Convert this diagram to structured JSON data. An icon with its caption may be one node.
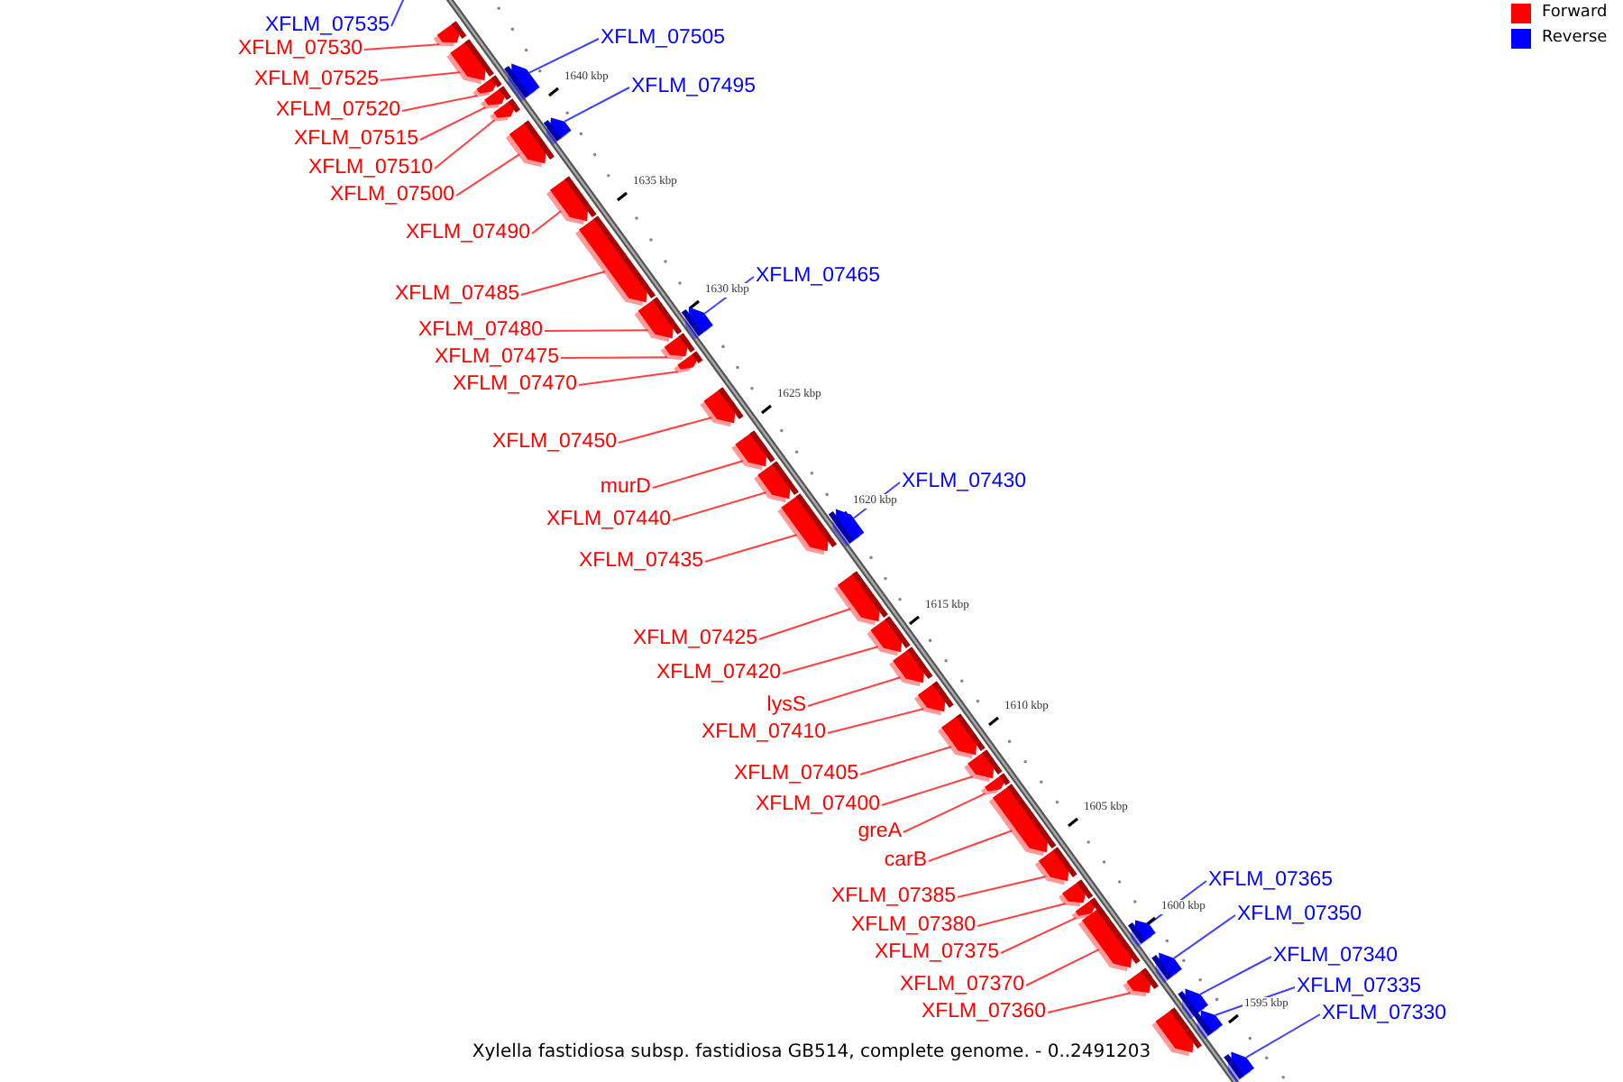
{
  "diagram": {
    "caption": "Xylella fastidiosa subsp. fastidiosa GB514, complete genome. - 0..2491203",
    "nodes": [
      {
        "text": [
          "XFLM_07535"
        ]
      },
      {
        "text": [
          "XFLM_07505"
        ]
      },
      {
        "text": [
          "XFLM_07530"
        ]
      },
      {
        "text": [
          "XFLM_07525"
        ]
      },
      {
        "text": [
          "XFLM_07495"
        ]
      },
      {
        "text": [
          "XFLM_07520"
        ]
      },
      {
        "text": [
          "XFLM_07515"
        ]
      },
      {
        "text": [
          "XFLM_07510"
        ]
      },
      {
        "text": [
          "XFLM_07500"
        ]
      },
      {
        "text": [
          "XFLM_07490"
        ]
      },
      {
        "text": [
          "XFLM_07465"
        ]
      },
      {
        "text": [
          "XFLM_07485"
        ]
      },
      {
        "text": [
          "XFLM_07480"
        ]
      },
      {
        "text": [
          "XFLM_07475"
        ]
      },
      {
        "text": [
          "XFLM_07470"
        ]
      },
      {
        "text": [
          "XFLM_07450"
        ]
      },
      {
        "text": [
          "XFLM_07430"
        ]
      },
      {
        "text": [
          "murD"
        ]
      },
      {
        "text": [
          "XFLM_07440"
        ]
      },
      {
        "text": [
          "XFLM_07435"
        ]
      },
      {
        "text": [
          "XFLM_07425"
        ]
      },
      {
        "text": [
          "XFLM_07420"
        ]
      },
      {
        "text": [
          "lysS"
        ]
      },
      {
        "text": [
          "XFLM_07410"
        ]
      },
      {
        "text": [
          "XFLM_07405"
        ]
      },
      {
        "text": [
          "XFLM_07400"
        ]
      },
      {
        "text": [
          "greA"
        ]
      },
      {
        "text": [
          "carB"
        ]
      },
      {
        "text": [
          "XFLM_07365"
        ]
      },
      {
        "text": [
          "XFLM_07385"
        ]
      },
      {
        "text": [
          "XFLM_07350"
        ]
      },
      {
        "text": [
          "XFLM_07380"
        ]
      },
      {
        "text": [
          "XFLM_07375"
        ]
      },
      {
        "text": [
          "XFLM_07340"
        ]
      },
      {
        "text": [
          "XFLM_07370"
        ]
      },
      {
        "text": [
          "XFLM_07335"
        ]
      },
      {
        "text": [
          "XFLM_07360"
        ]
      },
      {
        "text": [
          "XFLM_07330"
        ]
      },
      {
        "text": [],
        "shape": "box"
      },
      {
        "text": [],
        "shape": "box"
      },
      {
        "text": [],
        "shape": "box"
      },
      {
        "text": [],
        "shape": "box"
      },
      {
        "text": [],
        "shape": "box"
      },
      {
        "text": [],
        "shape": "box"
      },
      {
        "text": [],
        "shape": "box"
      },
      {
        "text": [],
        "shape": "box"
      },
      {
        "text": [],
        "shape": "box"
      },
      {
        "text": [],
        "shape": "box"
      },
      {
        "text": [],
        "shape": "box"
      },
      {
        "text": [],
        "shape": "box"
      },
      {
        "text": [],
        "shape": "box"
      },
      {
        "text": [],
        "shape": "box"
      },
      {
        "text": [],
        "shape": "box"
      },
      {
        "text": [],
        "shape": "box"
      },
      {
        "text": [],
        "shape": "box"
      },
      {
        "text": [],
        "shape": "box"
      },
      {
        "text": [],
        "shape": "box"
      },
      {
        "text": [],
        "shape": "box"
      },
      {
        "text": [],
        "shape": "box"
      },
      {
        "text": [],
        "shape": "box"
      },
      {
        "text": [],
        "shape": "box"
      },
      {
        "text": [],
        "shape": "box"
      },
      {
        "text": [],
        "shape": "box"
      },
      {
        "text": [],
        "shape": "box"
      },
      {
        "text": [],
        "shape": "box"
      },
      {
        "text": [],
        "shape": "box"
      },
      {
        "text": [],
        "shape": "box"
      },
      {
        "text": [],
        "shape": "box"
      },
      {
        "text": [],
        "shape": "box"
      },
      {
        "text": [],
        "shape": "box"
      },
      {
        "text": [],
        "shape": "box"
      },
      {
        "text": [],
        "shape": "box"
      },
      {
        "text": [],
        "shape": "box"
      },
      {
        "text": [],
        "shape": "box"
      },
      {
        "text": [],
        "shape": "box"
      },
      {
        "text": [],
        "shape": "box"
      }
    ],
    "edges": [
      {
        "from": 0,
        "to": null,
        "arrow": "none",
        "color": "#0000ff"
      },
      {
        "from": 1,
        "to": 40,
        "arrow": "none",
        "color": "#0000ff"
      },
      {
        "from": 2,
        "to": 38,
        "arrow": "none"
      },
      {
        "from": 3,
        "to": 39,
        "arrow": "none"
      },
      {
        "from": 4,
        "to": 45,
        "arrow": "none",
        "color": "#0000ff"
      },
      {
        "from": 5,
        "to": 41,
        "arrow": "none"
      },
      {
        "from": 6,
        "to": 42,
        "arrow": "none"
      },
      {
        "from": 7,
        "to": 43,
        "arrow": "none"
      },
      {
        "from": 8,
        "to": 44,
        "arrow": "none"
      },
      {
        "from": 9,
        "to": 46,
        "arrow": "none"
      },
      {
        "from": 10,
        "to": 49,
        "arrow": "none",
        "color": "#0000ff"
      },
      {
        "from": 11,
        "to": 47,
        "arrow": "none"
      },
      {
        "from": 12,
        "to": 48,
        "arrow": "none"
      },
      {
        "from": 13,
        "to": 50,
        "arrow": "none"
      },
      {
        "from": 14,
        "to": 51,
        "arrow": "none"
      },
      {
        "from": 15,
        "to": 52,
        "arrow": "none"
      },
      {
        "from": 16,
        "to": 56,
        "arrow": "none",
        "color": "#0000ff"
      },
      {
        "from": 17,
        "to": 53,
        "arrow": "none"
      },
      {
        "from": 18,
        "to": 54,
        "arrow": "none"
      },
      {
        "from": 19,
        "to": 55,
        "arrow": "none"
      },
      {
        "from": 20,
        "to": 57,
        "arrow": "none"
      },
      {
        "from": 21,
        "to": 58,
        "arrow": "none"
      },
      {
        "from": 22,
        "to": 59,
        "arrow": "none"
      },
      {
        "from": 23,
        "to": 60,
        "arrow": "none"
      },
      {
        "from": 24,
        "to": 61,
        "arrow": "none"
      },
      {
        "from": 25,
        "to": 62,
        "arrow": "none"
      },
      {
        "from": 26,
        "to": 63,
        "arrow": "none"
      },
      {
        "from": 27,
        "to": 64,
        "arrow": "none"
      },
      {
        "from": 28,
        "to": 69,
        "arrow": "none",
        "color": "#0000ff"
      },
      {
        "from": 29,
        "to": 65,
        "arrow": "none"
      },
      {
        "from": 30,
        "to": 70,
        "arrow": "none",
        "color": "#0000ff"
      },
      {
        "from": 31,
        "to": 66,
        "arrow": "none"
      },
      {
        "from": 32,
        "to": 67,
        "arrow": "none"
      },
      {
        "from": 33,
        "to": 72,
        "arrow": "none",
        "color": "#0000ff"
      },
      {
        "from": 34,
        "to": 68,
        "arrow": "none"
      },
      {
        "from": 35,
        "to": 74,
        "arrow": "none",
        "color": "#0000ff"
      },
      {
        "from": 36,
        "to": 71,
        "arrow": "none"
      },
      {
        "from": 37,
        "to": 75,
        "arrow": "none",
        "color": "#0000ff"
      }
    ],
    "labels": [
      "1640 kbp",
      "1635 kbp",
      "1630 kbp",
      "1625 kbp",
      "1620 kbp",
      "1615 kbp",
      "1610 kbp",
      "1605 kbp",
      "1600 kbp",
      "1595 kbp"
    ],
    "legend": [
      {
        "text": "Forward",
        "color": "#ff0000"
      },
      {
        "text": "Reverse",
        "color": "#0000ff"
      }
    ]
  }
}
